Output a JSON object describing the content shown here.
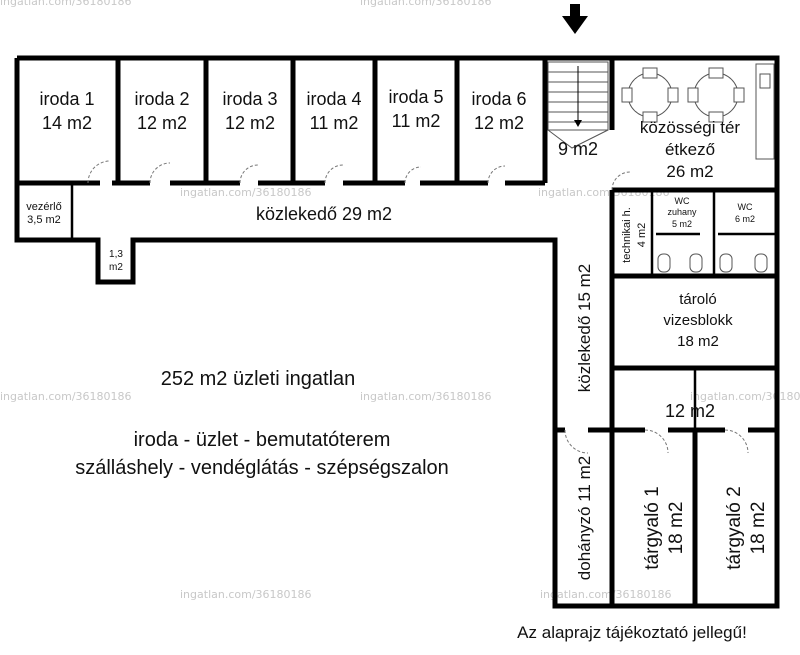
{
  "rooms": {
    "iroda1": {
      "name": "iroda 1",
      "area": "14 m2"
    },
    "iroda2": {
      "name": "iroda 2",
      "area": "12 m2"
    },
    "iroda3": {
      "name": "iroda 3",
      "area": "12 m2"
    },
    "iroda4": {
      "name": "iroda 4",
      "area": "11 m2"
    },
    "iroda5": {
      "name": "iroda 5",
      "area": "11 m2"
    },
    "iroda6": {
      "name": "iroda 6",
      "area": "12 m2"
    },
    "stair": {
      "area": "9 m2"
    },
    "kozossegi": {
      "name1": "közösségi tér",
      "name2": "étkező",
      "area": "26 m2"
    },
    "vezerlo": {
      "name": "vezérlő",
      "area": "3,5 m2"
    },
    "small": {
      "area1": "1,3",
      "area2": "m2"
    },
    "kozlekedo29": {
      "label": "közlekedő 29 m2"
    },
    "technikai": {
      "label": "technikai h.",
      "area": "4 m2"
    },
    "wc1": {
      "name1": "WC",
      "name2": "zuhany",
      "area": "5 m2"
    },
    "wc2": {
      "name": "WC",
      "area": "6 m2"
    },
    "kozlekedo15": {
      "label": "közlekedő 15 m2"
    },
    "tarolo": {
      "name1": "tároló",
      "name2": "vizesblokk",
      "area": "18 m2"
    },
    "room12": {
      "area": "12 m2"
    },
    "dohanyzo": {
      "label": "dohányzó 11 m2"
    },
    "targyalo1": {
      "name": "tárgyaló 1",
      "area": "18 m2"
    },
    "targyalo2": {
      "name": "tárgyaló 2",
      "area": "18 m2"
    }
  },
  "info": {
    "line1": "252 m2 üzleti ingatlan",
    "line2": "iroda - üzlet - bemutatóterem",
    "line3": "szálláshely - vendéglátás - szépségszalon"
  },
  "disclaimer": "Az alaprajz tájékoztató jellegű!",
  "watermark": "ingatlan.com/36180186"
}
